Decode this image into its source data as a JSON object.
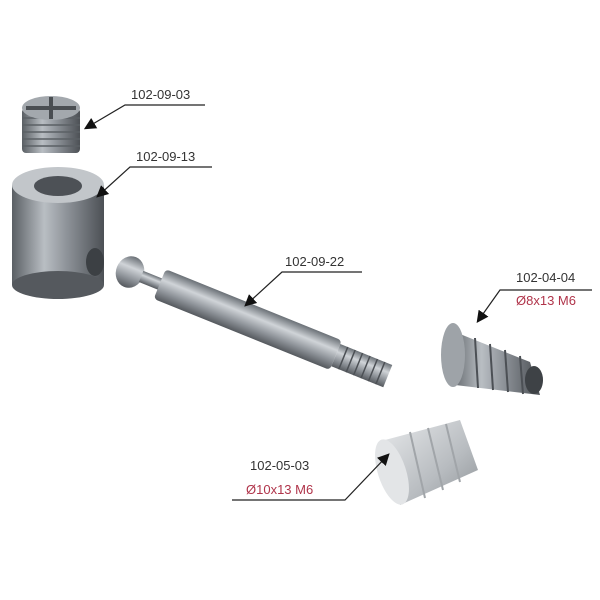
{
  "parts": [
    {
      "code": "102-09-03"
    },
    {
      "code": "102-09-13"
    },
    {
      "code": "102-09-22"
    },
    {
      "code": "102-04-04",
      "spec": "Ø8x13 M6"
    },
    {
      "code": "102-05-03",
      "spec": "Ø10x13 M6"
    }
  ],
  "colors": {
    "spec_text": "#b0344a",
    "metal": "#8a9096",
    "plastic": "#c9ccd0"
  }
}
